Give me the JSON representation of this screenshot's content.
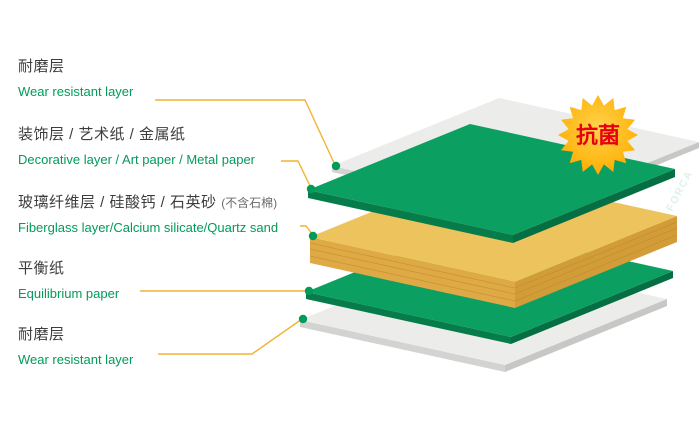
{
  "labels": [
    {
      "cn": "耐磨层",
      "en": "Wear resistant layer"
    },
    {
      "cn": "装饰层 / 艺术纸 / 金属纸",
      "en": "Decorative layer / Art paper / Metal paper"
    },
    {
      "cn": "玻璃纤维层 / 硅酸钙 / 石英砂",
      "cn_note": "(不含石棉)",
      "en": "Fiberglass layer/Calcium silicate/Quartz sand"
    },
    {
      "cn": "平衡纸",
      "en": "Equilibrium paper"
    },
    {
      "cn": "耐磨层",
      "en": "Wear resistant layer"
    }
  ],
  "badge": {
    "text": "抗菌"
  },
  "brand": {
    "text": "FORCA"
  },
  "layers": [
    {
      "id": "wear-top",
      "color": "#ecedea"
    },
    {
      "id": "decorative",
      "color": "#0b9f62"
    },
    {
      "id": "fiberglass-core",
      "color": "#edc35e"
    },
    {
      "id": "equilibrium",
      "color": "#0b9f62"
    },
    {
      "id": "wear-bottom",
      "color": "#ecedea"
    }
  ],
  "colors": {
    "text_dark": "#3d3d3d",
    "text_green": "#009b59",
    "leader_line": "#f1b434",
    "dot_green": "#009b59",
    "sheet_green": "#0b9f62",
    "sheet_green_side": "#077c4b",
    "core_yellow": "#edc35e",
    "core_yellow_side": "#dfaa45",
    "sheet_white": "#ecedea",
    "sheet_white_side": "#d3d4d1",
    "badge_yellow": "#ffb612",
    "badge_text_red": "#e60012"
  }
}
